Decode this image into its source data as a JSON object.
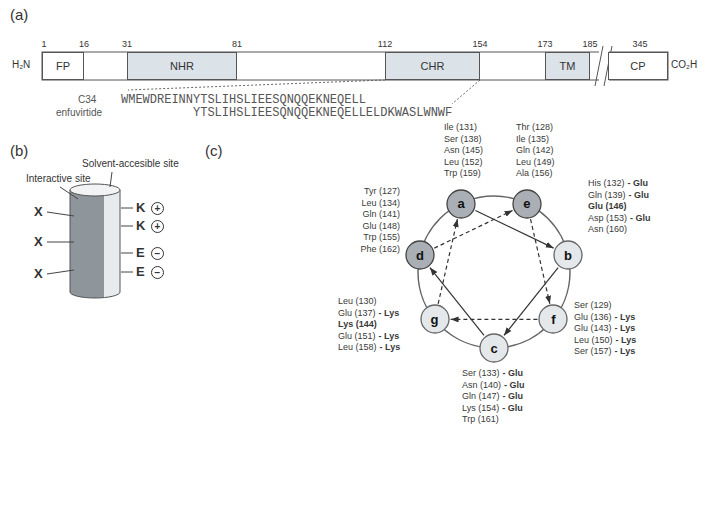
{
  "diagram": {
    "nodes": [
      {
        "text": [
          "FP"
        ]
      },
      {
        "text": [
          "NHR"
        ]
      },
      {
        "text": [
          "CHR"
        ]
      },
      {
        "text": [
          "TM"
        ]
      },
      {
        "text": [
          "CP"
        ]
      },
      {
        "text": [
          "a"
        ]
      },
      {
        "text": [
          "e"
        ]
      },
      {
        "text": [
          "d"
        ]
      },
      {
        "text": [
          "b"
        ]
      },
      {
        "text": [
          "g"
        ]
      },
      {
        "text": [
          "c"
        ]
      },
      {
        "text": [
          "f"
        ]
      }
    ],
    "edges": [
      {
        "from": 5,
        "to": 8,
        "arrow": "to"
      },
      {
        "from": 8,
        "to": 10,
        "arrow": "to"
      },
      {
        "from": 10,
        "to": 7,
        "arrow": "to"
      },
      {
        "from": 7,
        "to": 6,
        "arrow": "to"
      },
      {
        "from": 6,
        "to": 11,
        "arrow": "to"
      },
      {
        "from": 11,
        "to": 9,
        "arrow": "to"
      },
      {
        "from": 9,
        "to": 5,
        "arrow": "to"
      }
    ],
    "labels": [
      "(a)",
      "1",
      "16",
      "31",
      "81",
      "112",
      "154",
      "173",
      "185",
      "345",
      "H₂N",
      "CO₂H",
      "C34",
      "enfuvirtide",
      "WMEWDREINNYTSLIHSLIEESQNQQEKNEQELL",
      "YTSLIHSLIEESQNQQEKNEQELLELDKWASLWNWF",
      "(b)",
      "Solvent-accesible site",
      "Interactive site",
      "X",
      "X",
      "X",
      "K",
      "+",
      "K",
      "+",
      "E",
      "−",
      "E",
      "−",
      "(c)",
      "Ile (131)",
      "Ser (138)",
      "Asn (145)",
      "Leu (152)",
      "Trp (159)",
      "Thr (128)",
      "Ile (135)",
      "Gln (142)",
      "Leu (149)",
      "Ala (156)",
      "Tyr (127)",
      "Leu (134)",
      "Gln (141)",
      "Glu (148)",
      "Trp (155)",
      "Phe (162)",
      "His (132)",
      "- Glu",
      "Gln (139)",
      "- Glu",
      "Glu (146)",
      "Asp (153)",
      "- Glu",
      "Asn (160)",
      "Leu (130)",
      "Glu (137)",
      "- Lys",
      "Lys (144)",
      "Glu (151)",
      "- Lys",
      "Leu (158)",
      "- Lys",
      "Ser (129)",
      "Glu (136)",
      "- Lys",
      "Glu (143)",
      "- Lys",
      "Leu (150)",
      "- Lys",
      "Ser (157)",
      "- Lys",
      "Ser (133)",
      "- Glu",
      "Asn (140)",
      "- Glu",
      "Gln (147)",
      "- Glu",
      "Lys (154)",
      "- Glu",
      "Trp (161)"
    ]
  }
}
